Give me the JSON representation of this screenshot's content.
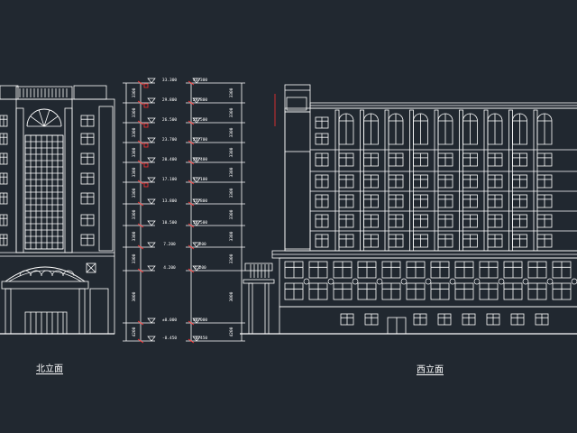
{
  "drawing": {
    "background": "#212830",
    "line_color": "#ffffff",
    "accent_color": "#ff3030",
    "north_elevation_label": "北立面",
    "west_elevation_label": "西立面",
    "level_marks_left": [
      "33.300",
      "29.800",
      "26.500",
      "23.700",
      "20.400",
      "17.100",
      "13.800",
      "10.500",
      "7.200",
      "4.200",
      "±0.000",
      "-0.450"
    ],
    "level_marks_right": [
      "33.300",
      "29.800",
      "26.500",
      "23.700",
      "20.400",
      "17.100",
      "13.800",
      "10.500",
      "7.200",
      "4.200",
      "±0.000",
      "-0.450"
    ],
    "story_heights": [
      "3300",
      "3300",
      "3300",
      "3300",
      "3300",
      "3300",
      "3300",
      "3300",
      "3300",
      "3000",
      "4200"
    ]
  }
}
